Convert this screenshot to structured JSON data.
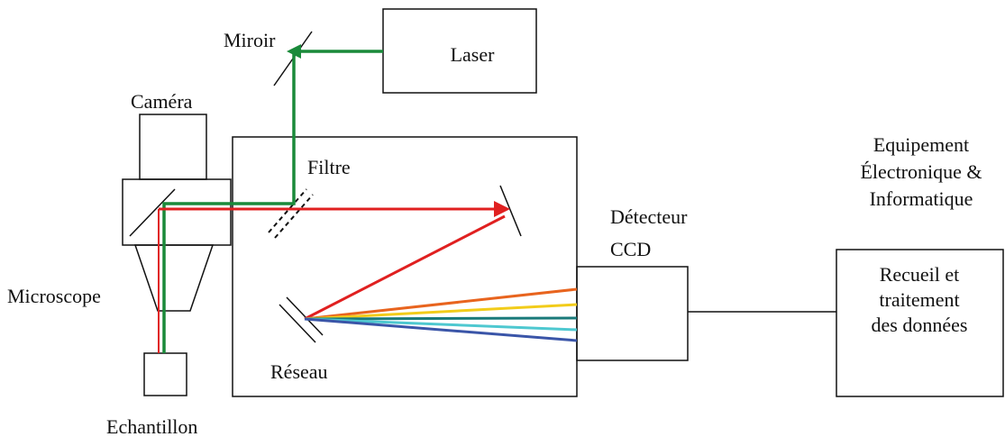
{
  "labels": {
    "miroir": "Miroir",
    "laser": "Laser",
    "camera": "Caméra",
    "filtre": "Filtre",
    "microscope": "Microscope",
    "reseau": "Réseau",
    "echantillon": "Echantillon",
    "detecteur_line1": "Détecteur",
    "detecteur_line2": "CCD",
    "equipement_line1": "Equipement",
    "equipement_line2": "Électronique &",
    "equipement_line3": "Informatique",
    "recueil_line1": "Recueil et",
    "recueil_line2": "traitement",
    "recueil_line3": "des données"
  },
  "colors": {
    "laser_beam": "#1a8a3a",
    "raman_beam": "#e02020",
    "spectrum": [
      "#e8641e",
      "#f2cc1a",
      "#1a7a7a",
      "#4ec8d0",
      "#3a55a8"
    ]
  }
}
